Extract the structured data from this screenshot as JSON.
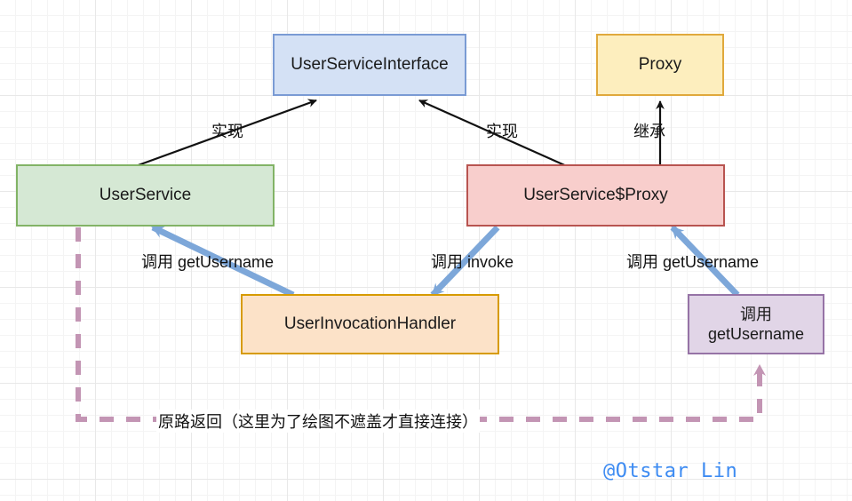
{
  "diagram": {
    "title_watermark": "@Otstar Lin",
    "nodes": [
      {
        "id": "interface",
        "label": "UserServiceInterface",
        "fill": "#d4e1f5",
        "stroke": "#7a9bd4"
      },
      {
        "id": "proxy",
        "label": "Proxy",
        "fill": "#fdeebe",
        "stroke": "#e0a93c"
      },
      {
        "id": "user_service",
        "label": "UserService",
        "fill": "#d5e8d4",
        "stroke": "#82b366"
      },
      {
        "id": "user_service_proxy",
        "label": "UserService$Proxy",
        "fill": "#f8cecc",
        "stroke": "#b85450"
      },
      {
        "id": "invocation_handler",
        "label": "UserInvocationHandler",
        "fill": "#fce2c8",
        "stroke": "#d79b00"
      },
      {
        "id": "call_box",
        "label_line1": "调用",
        "label_line2": "getUsername",
        "fill": "#e1d5e7",
        "stroke": "#9673a6"
      }
    ],
    "edge_labels": {
      "implements_left": "实现",
      "implements_right": "实现",
      "inherits": "继承",
      "call_get_username_left": "调用 getUsername",
      "call_invoke": "调用 invoke",
      "call_get_username_right": "调用 getUsername",
      "return_path": "原路返回（这里为了绘图不遮盖才直接连接）"
    },
    "colors": {
      "black_edge": "#111111",
      "blue_edge": "#7da7d9",
      "mauve_edge": "#c395b4",
      "watermark": "#3d8bf2",
      "grid_minor": "#f4f4f4",
      "grid_major": "#e8e8e8"
    }
  }
}
